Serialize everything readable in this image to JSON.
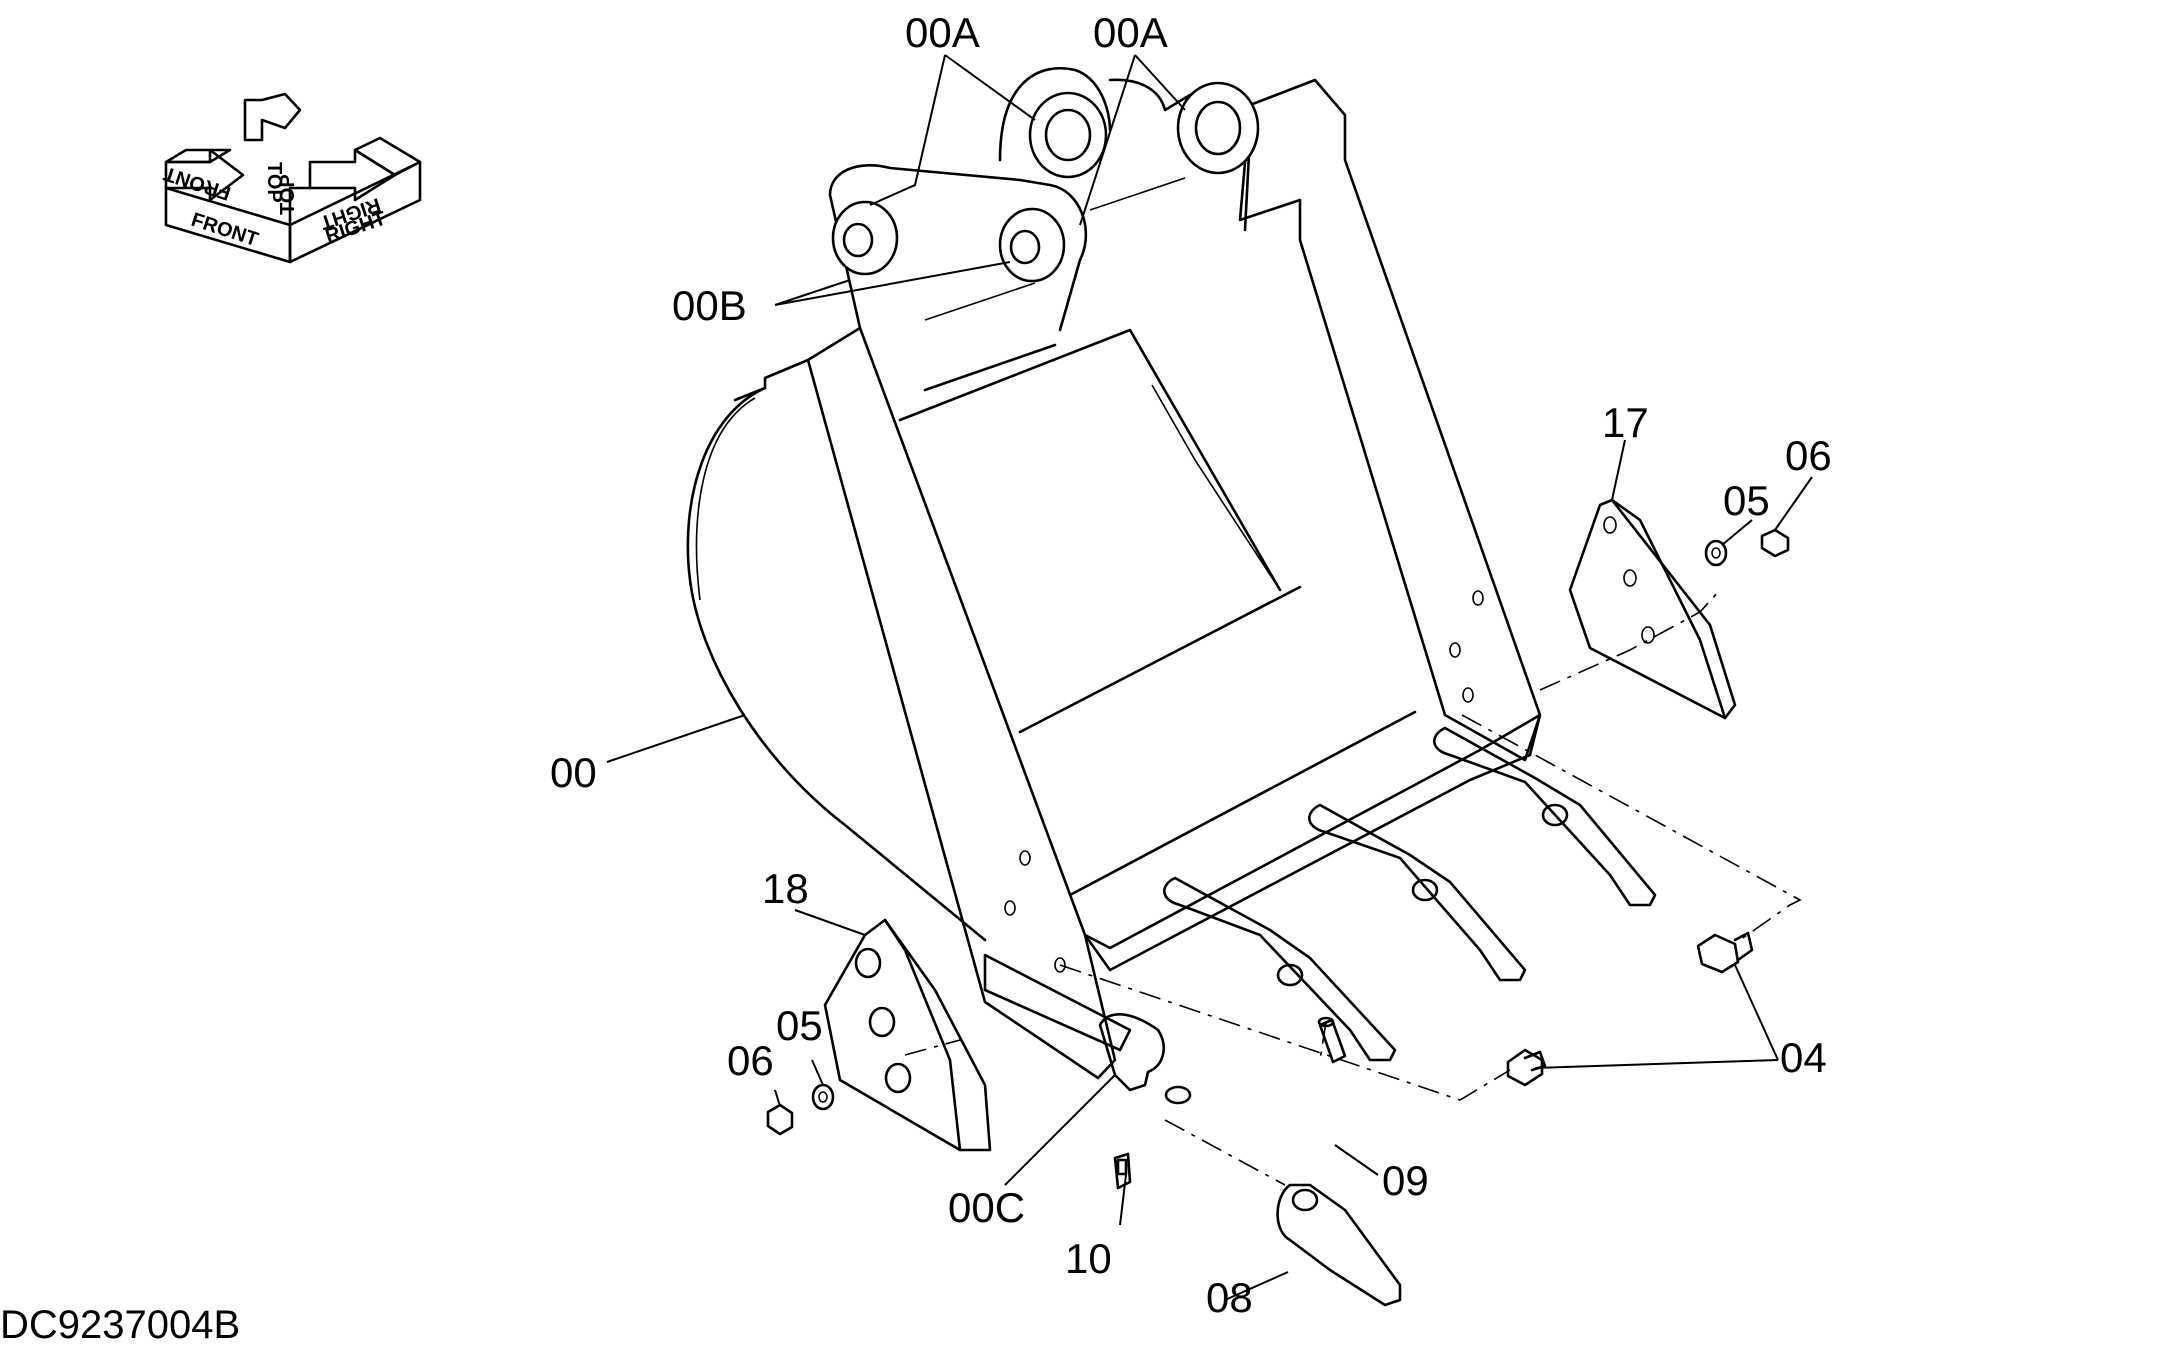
{
  "drawing_id": "DC9237004B",
  "orientation_icon": {
    "front": "FRONT",
    "top": "TOP",
    "right": "RIGHT"
  },
  "callouts": {
    "c00a_left": "00A",
    "c00a_right": "00A",
    "c00b": "00B",
    "c00": "00",
    "c00c": "00C",
    "c17": "17",
    "c05_right": "05",
    "c06_right": "06",
    "c18": "18",
    "c05_left": "05",
    "c06_left": "06",
    "c04": "04",
    "c09": "09",
    "c10": "10",
    "c08": "08"
  }
}
